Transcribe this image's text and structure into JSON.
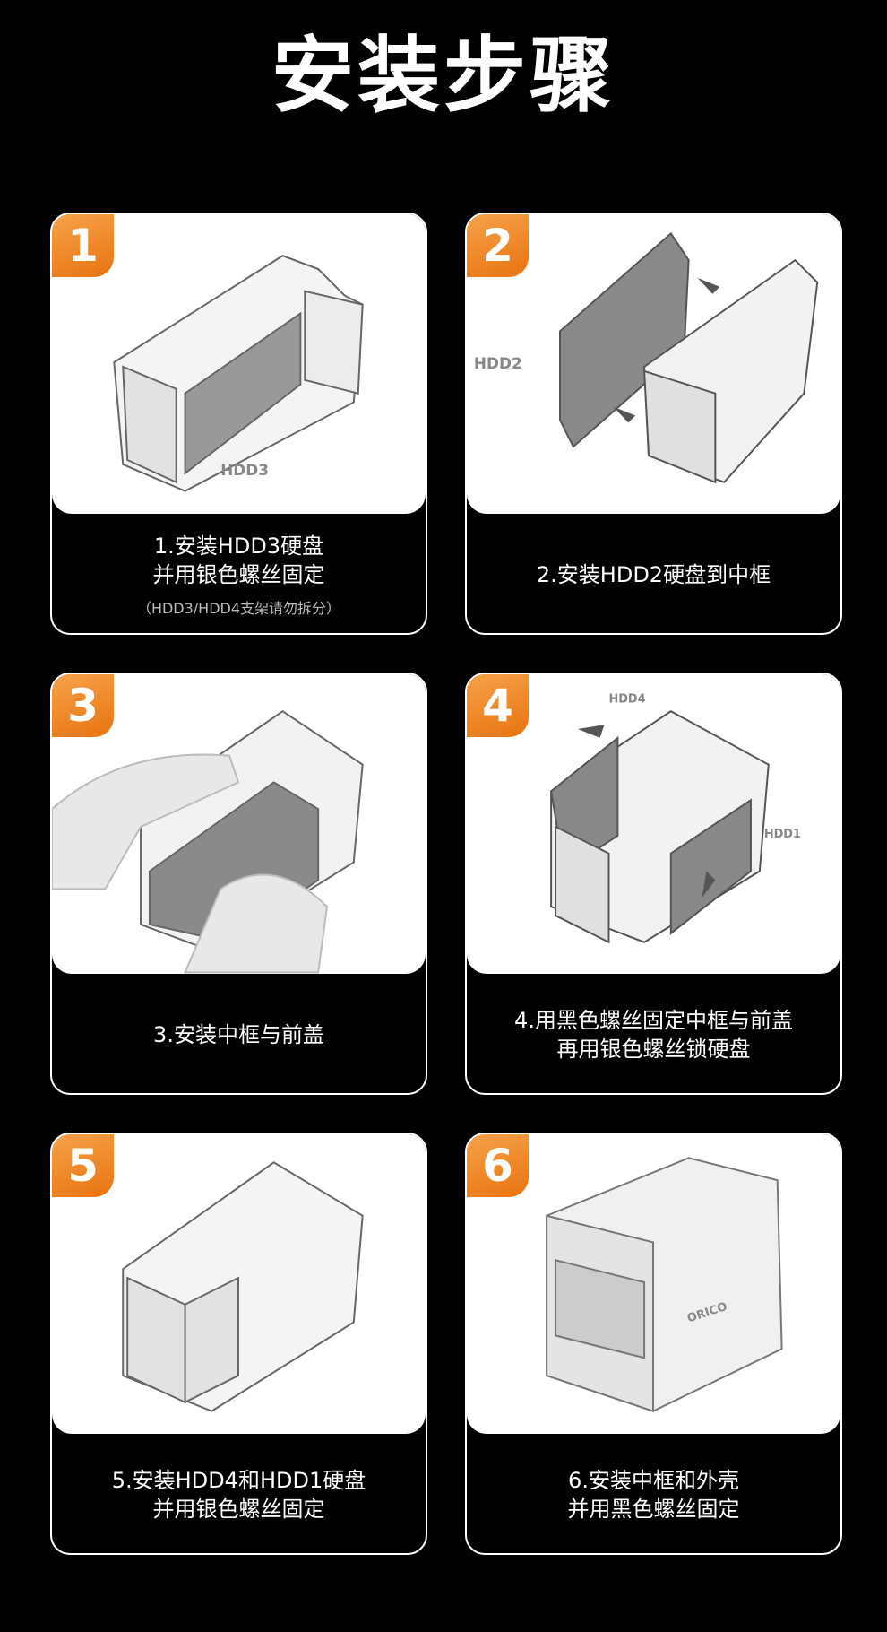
{
  "title": "安装步骤",
  "accent": "#ee7f1c",
  "steps": [
    {
      "num": "1",
      "lines": [
        "1.安装HDD3硬盘",
        "并用银色螺丝固定"
      ],
      "note": "（HDD3/HDD4支架请勿拆分）",
      "labels": [
        "HDD3"
      ]
    },
    {
      "num": "2",
      "lines": [
        "2.安装HDD2硬盘到中框"
      ],
      "labels": [
        "HDD2"
      ]
    },
    {
      "num": "3",
      "lines": [
        "3.安装中框与前盖"
      ]
    },
    {
      "num": "4",
      "lines": [
        "4.用黑色螺丝固定中框与前盖",
        "再用银色螺丝锁硬盘"
      ],
      "labels": [
        "HDD4",
        "HDD1"
      ]
    },
    {
      "num": "5",
      "lines": [
        "5.安装HDD4和HDD1硬盘",
        "并用银色螺丝固定"
      ]
    },
    {
      "num": "6",
      "lines": [
        "6.安装中框和外壳",
        "并用黑色螺丝固定"
      ],
      "labels": [
        "ORICO"
      ]
    }
  ]
}
